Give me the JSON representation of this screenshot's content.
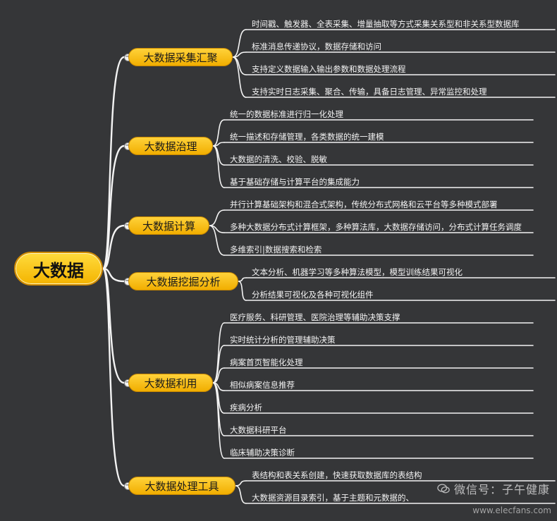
{
  "root": {
    "label": "大数据"
  },
  "branches": [
    {
      "label": "大数据采集汇聚",
      "items": [
        "时间戳、触发器、全表采集、增量抽取等方式采集关系型和非关系型数据库",
        "标准消息传递协议，数据存储和访问",
        "支持定义数据输入输出参数和数据处理流程",
        "支持实时日志采集、聚合、传输，具备日志管理、异常监控和处理"
      ]
    },
    {
      "label": "大数据治理",
      "items": [
        "统一的数据标准进行归一化处理",
        "统一描述和存储管理，各类数据的统一建模",
        "大数据的清洗、校验、脱敏",
        "基于基础存储与计算平台的集成能力"
      ]
    },
    {
      "label": "大数据计算",
      "items": [
        "并行计算基础架构和混合式架构，传统分布式网格和云平台等多种模式部署",
        "多种大数据分布式计算框架，多种算法库，大数据存储访问，分布式计算任务调度",
        "多维索引|数据搜索和检索"
      ]
    },
    {
      "label": "大数据挖掘分析",
      "items": [
        "文本分析、机器学习等多种算法模型，模型训练结果可视化",
        "分析结果可视化及各种可视化组件"
      ]
    },
    {
      "label": "大数据利用",
      "items": [
        "医疗服务、科研管理、医院治理等辅助决策支撑",
        "实时统计分析的管理辅助决策",
        "病案首页智能化处理",
        "相似病案信息推荐",
        "疾病分析",
        "大数据科研平台",
        "临床辅助决策诊断"
      ]
    },
    {
      "label": "大数据处理工具",
      "items": [
        "表结构和表关系创建，快速获取数据库的表结构",
        "大数据资源目录索引，基于主题和元数据的、"
      ]
    }
  ],
  "toggle_symbol": "−",
  "watermark": {
    "text": "微信号：子午健康",
    "site": "www.elecfans.com"
  },
  "colors": {
    "background": "#353638",
    "node_fill": "#f6c000",
    "line": "#f4f4f4",
    "text": "#f3f3f3"
  }
}
